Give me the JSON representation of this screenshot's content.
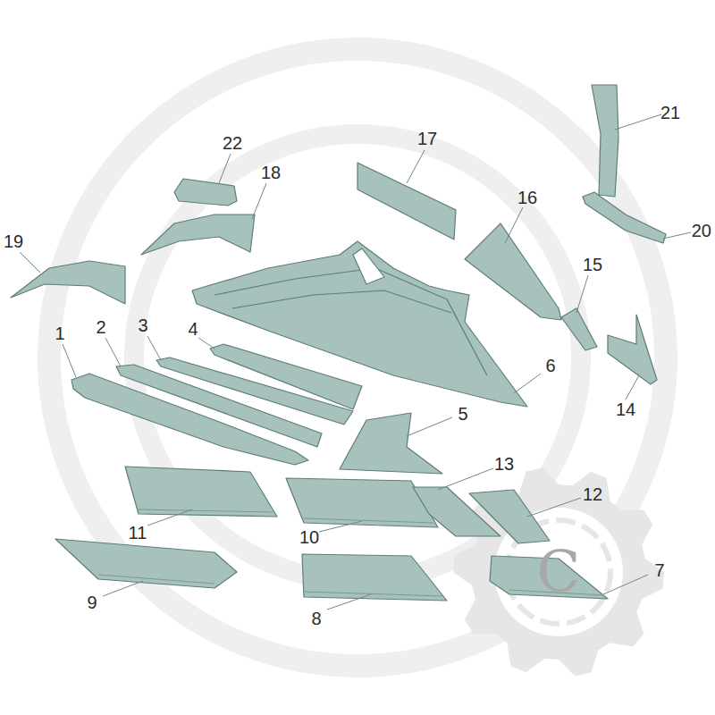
{
  "diagram": {
    "labels": [
      "22",
      "17",
      "21",
      "18",
      "16",
      "20",
      "19",
      "15",
      "1",
      "2",
      "3",
      "4",
      "6",
      "14",
      "5",
      "13",
      "12",
      "11",
      "10",
      "9",
      "7",
      "8",
      "C"
    ]
  }
}
